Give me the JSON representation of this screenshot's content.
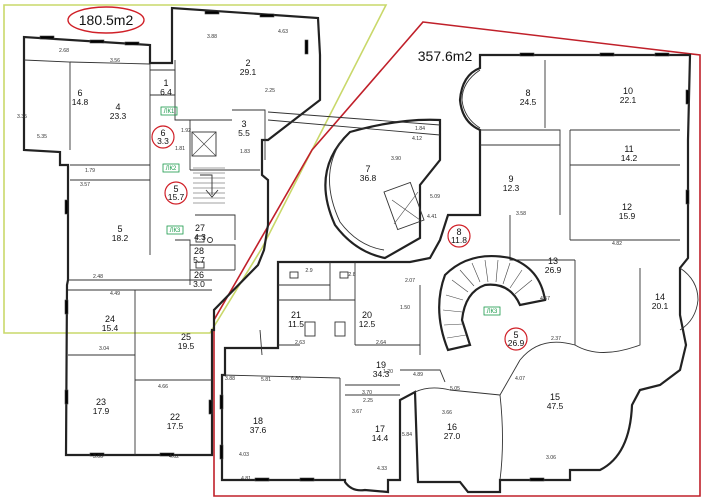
{
  "colors": {
    "left_outline": "#c9d86a",
    "right_outline": "#c0202a",
    "circle": "#d02028",
    "code_green": "#1a9a4a",
    "wall": "#222222"
  },
  "areas": {
    "left_total": "180.5m2",
    "right_total": "357.6m2"
  },
  "rooms": [
    {
      "n": "1",
      "a": "6.4"
    },
    {
      "n": "2",
      "a": "29.1"
    },
    {
      "n": "3",
      "a": "5.5"
    },
    {
      "n": "4",
      "a": "23.3"
    },
    {
      "n": "5",
      "a": "18.2"
    },
    {
      "n": "6",
      "a": "14.8"
    },
    {
      "n": "7",
      "a": "36.8"
    },
    {
      "n": "8",
      "a": "24.5"
    },
    {
      "n": "9",
      "a": "12.3"
    },
    {
      "n": "10",
      "a": "22.1"
    },
    {
      "n": "11",
      "a": "14.2"
    },
    {
      "n": "12",
      "a": "15.9"
    },
    {
      "n": "13",
      "a": "26.9"
    },
    {
      "n": "14",
      "a": "20.1"
    },
    {
      "n": "15",
      "a": "47.5"
    },
    {
      "n": "16",
      "a": "27.0"
    },
    {
      "n": "17",
      "a": "14.4"
    },
    {
      "n": "18",
      "a": "37.6"
    },
    {
      "n": "19",
      "a": "34.3"
    },
    {
      "n": "20",
      "a": "12.5"
    },
    {
      "n": "21",
      "a": "11.5"
    },
    {
      "n": "22",
      "a": "17.5"
    },
    {
      "n": "23",
      "a": "17.9"
    },
    {
      "n": "24",
      "a": "15.4"
    },
    {
      "n": "25",
      "a": "19.5"
    },
    {
      "n": "26",
      "a": "3.0"
    },
    {
      "n": "27",
      "a": "4.3"
    },
    {
      "n": "28",
      "a": "5.7"
    }
  ],
  "circled": [
    {
      "n": "6",
      "a": "3.3"
    },
    {
      "n": "5",
      "a": "15.7"
    },
    {
      "n": "8",
      "a": "11.8"
    },
    {
      "n": "5",
      "a": "26.9"
    }
  ],
  "codes": [
    "ЛК1",
    "ЛК2",
    "ЛК3",
    "ЛК3"
  ],
  "dims": [
    "2.68",
    "3.56",
    "3.88",
    "4.63",
    "5.35",
    "1.92",
    "1.81",
    "1.83",
    "3.35",
    "2.25",
    "1.79",
    "3.57",
    "4.49",
    "3.04",
    "2.48",
    "4.66",
    "3.00",
    "4.62",
    "2.9",
    "2.8",
    "2.63",
    "2.64",
    "5.81",
    "4.12",
    "3.58",
    "4.82",
    "5.09",
    "3.66",
    "4.07",
    "4.89",
    "3.06",
    "4.41",
    "2.07",
    "1.20",
    "1.50",
    "5.05",
    "4.81",
    "4.33",
    "2.25",
    "3.70",
    "3.67",
    "3.88",
    "6.80",
    "4.03",
    "5.84",
    "4.57",
    "2.37",
    "3.90",
    "1.84"
  ]
}
